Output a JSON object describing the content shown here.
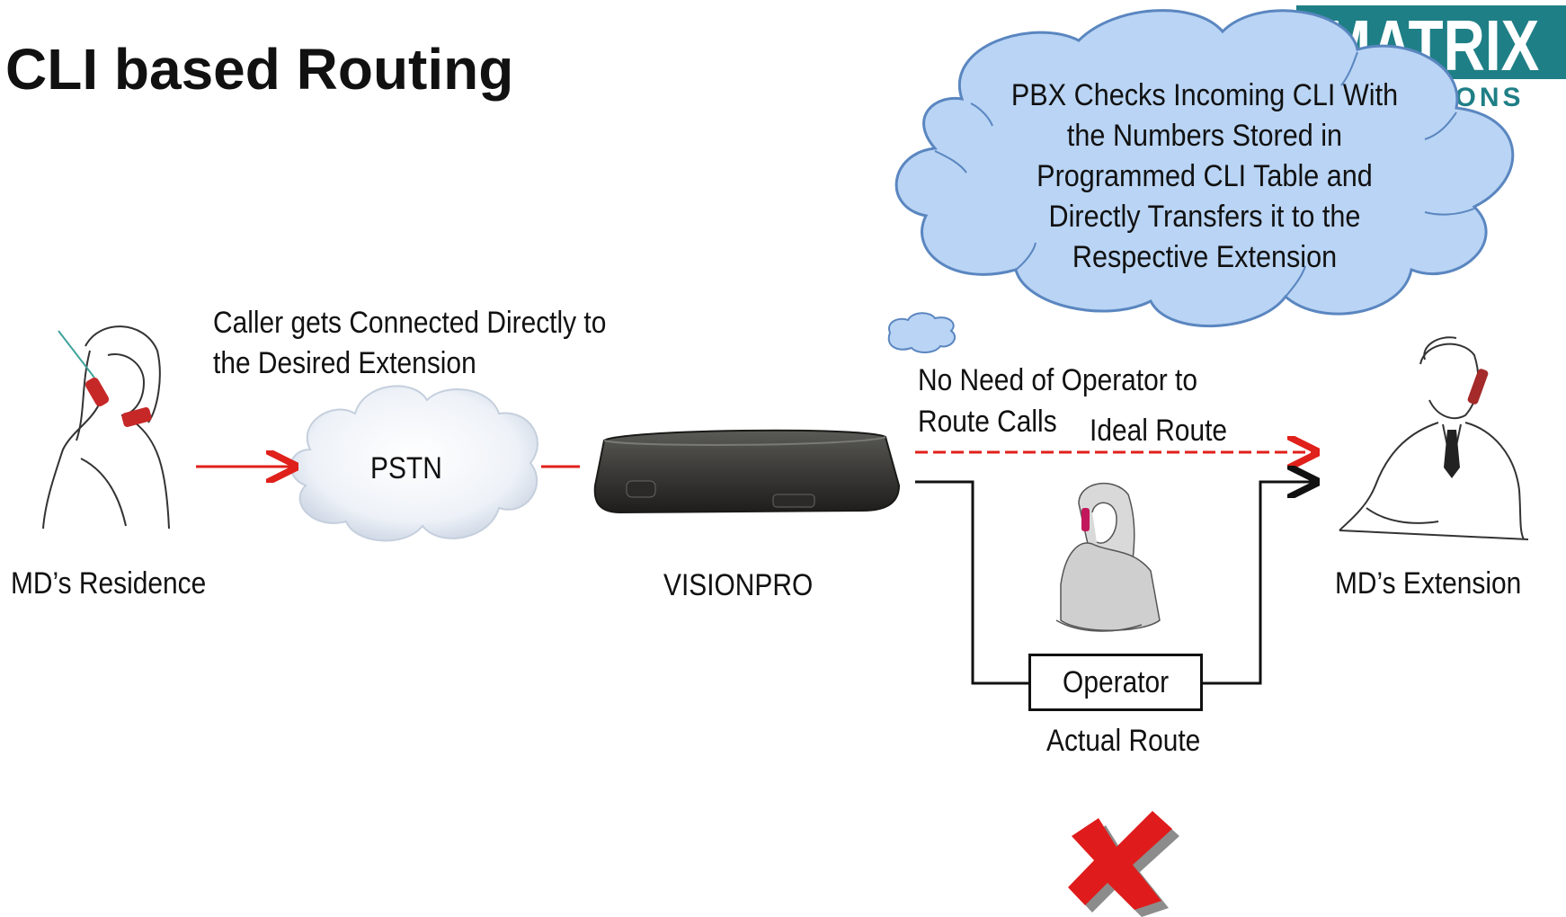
{
  "title": "CLI based Routing",
  "logo": {
    "text": "MATRIX",
    "subtext": "SOLUTIONS"
  },
  "cloud_callout": {
    "lines": [
      "PBX Checks Incoming CLI With",
      "the Numbers Stored in",
      "Programmed CLI Table and",
      "Directly Transfers it to the",
      "Respective Extension"
    ]
  },
  "caller_caption": [
    "Caller gets Connected Directly  to",
    "the Desired Extension"
  ],
  "pstn_label": "PSTN",
  "no_operator_caption": [
    "No Need of Operator to",
    "Route Calls"
  ],
  "ideal_route_label": "Ideal Route",
  "actual_route_label": "Actual Route",
  "operator_label": "Operator",
  "nodes": {
    "residence": "MD’s Residence",
    "pbx": "VISIONPRO",
    "extension": "MD’s Extension"
  },
  "colors": {
    "ideal_route": "#e0201a",
    "actual_route": "#111111",
    "cloud_fill": "#b9d4f4",
    "cloud_stroke": "#5a86c0",
    "logo": "#1f7f86"
  }
}
